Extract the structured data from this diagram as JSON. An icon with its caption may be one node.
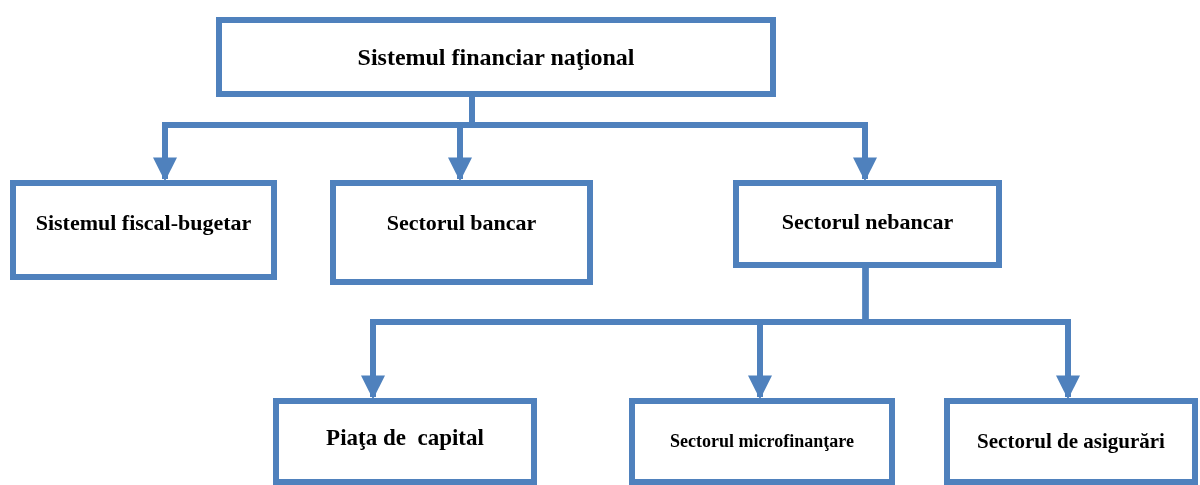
{
  "diagram": {
    "nodes": [
      {
        "text": [
          "Sistemul financiar naţional"
        ]
      },
      {
        "text": [
          "Sistemul fiscal-bugetar"
        ]
      },
      {
        "text": [
          "Sectorul bancar"
        ]
      },
      {
        "text": [
          "Sectorul nebancar"
        ]
      },
      {
        "text": [
          "Piaţa de  capital"
        ]
      },
      {
        "text": [
          "Sectorul microfinanţare"
        ]
      },
      {
        "text": [
          "Sectorul de asigurări"
        ]
      }
    ],
    "edges": [
      {
        "from": 0,
        "to": 1,
        "arrow": "to"
      },
      {
        "from": 0,
        "to": 2,
        "arrow": "to"
      },
      {
        "from": 0,
        "to": 3,
        "arrow": "to"
      },
      {
        "from": 3,
        "to": 4,
        "arrow": "to"
      },
      {
        "from": 3,
        "to": 5,
        "arrow": "to"
      },
      {
        "from": 3,
        "to": 6,
        "arrow": "to"
      }
    ]
  }
}
